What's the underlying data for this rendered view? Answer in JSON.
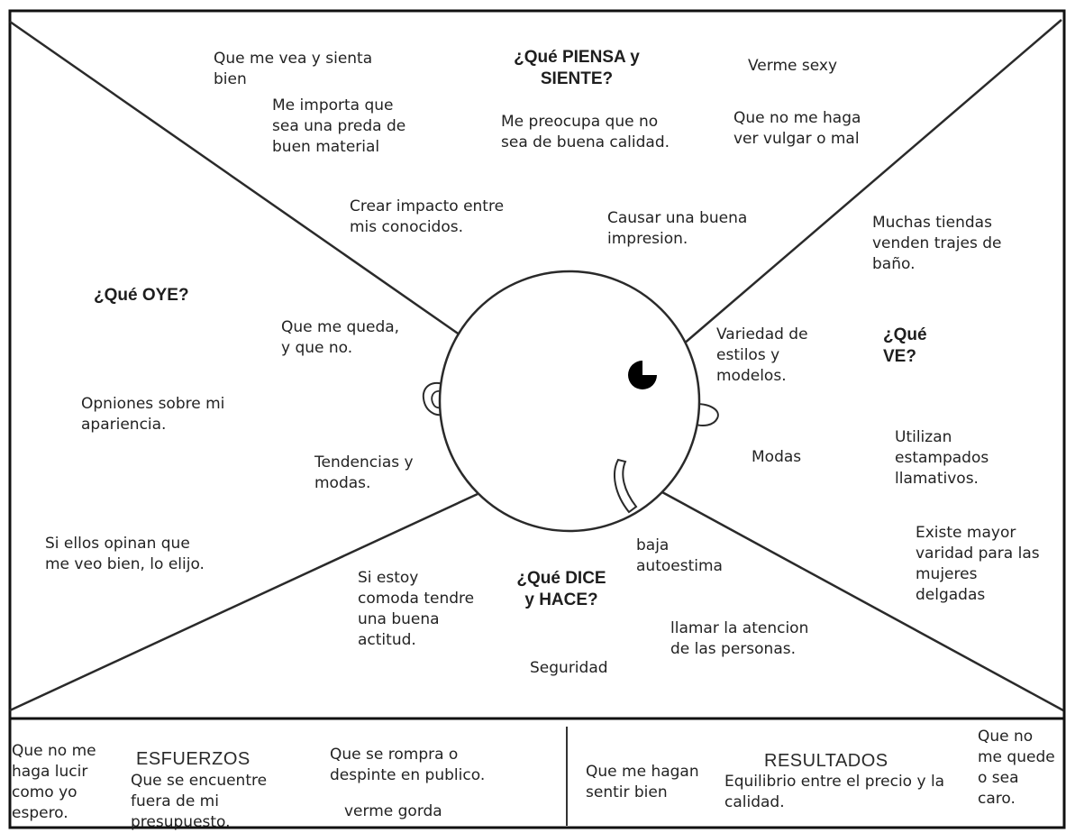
{
  "headings": {
    "piensa": "¿Qué PIENSA y\nSIENTE?",
    "oye": "¿Qué OYE?",
    "ve": "¿Qué\nVE?",
    "dice": "¿Qué DICE\ny HACE?"
  },
  "piensa_notes": [
    "Que me vea y sienta\nbien",
    "Me importa que\nsea una preda de\nbuen material",
    "Verme sexy",
    "Me preocupa que no\nsea de buena calidad.",
    "Que no me haga\nver vulgar o mal",
    "Crear impacto entre\nmis conocidos.",
    "Causar una buena\nimpresion."
  ],
  "oye_notes": [
    "Que me queda,\ny que no.",
    "Opniones sobre mi\napariencia.",
    "Tendencias y\nmodas.",
    "Si ellos opinan que\nme veo bien, lo elijo."
  ],
  "ve_notes": [
    "Muchas tiendas\nvenden trajes de\nbaño.",
    "Variedad de\nestilos y\nmodelos.",
    "Modas",
    "Utilizan\nestampados\nllamativos.",
    "Existe mayor\nvaridad para las\nmujeres\ndelgadas"
  ],
  "dice_notes": [
    "baja\nautoestima",
    "Si estoy\ncomoda tendre\nuna buena\nactitud.",
    "llamar la atencion\nde las personas.",
    "Seguridad"
  ],
  "esfuerzos": {
    "title": "ESFUERZOS",
    "notes": [
      "Que no me\nhaga lucir\ncomo yo\nespero.",
      "Que se encuentre\nfuera de mi\npresupuesto.",
      "Que se rompra o\ndespinte en publico.",
      "verme gorda"
    ]
  },
  "resultados": {
    "title": "RESULTADOS",
    "notes": [
      "Que me hagan\nsentir bien",
      "Equilibrio entre el precio y la\ncalidad.",
      "Que no\nme quede\no sea\ncaro."
    ]
  }
}
